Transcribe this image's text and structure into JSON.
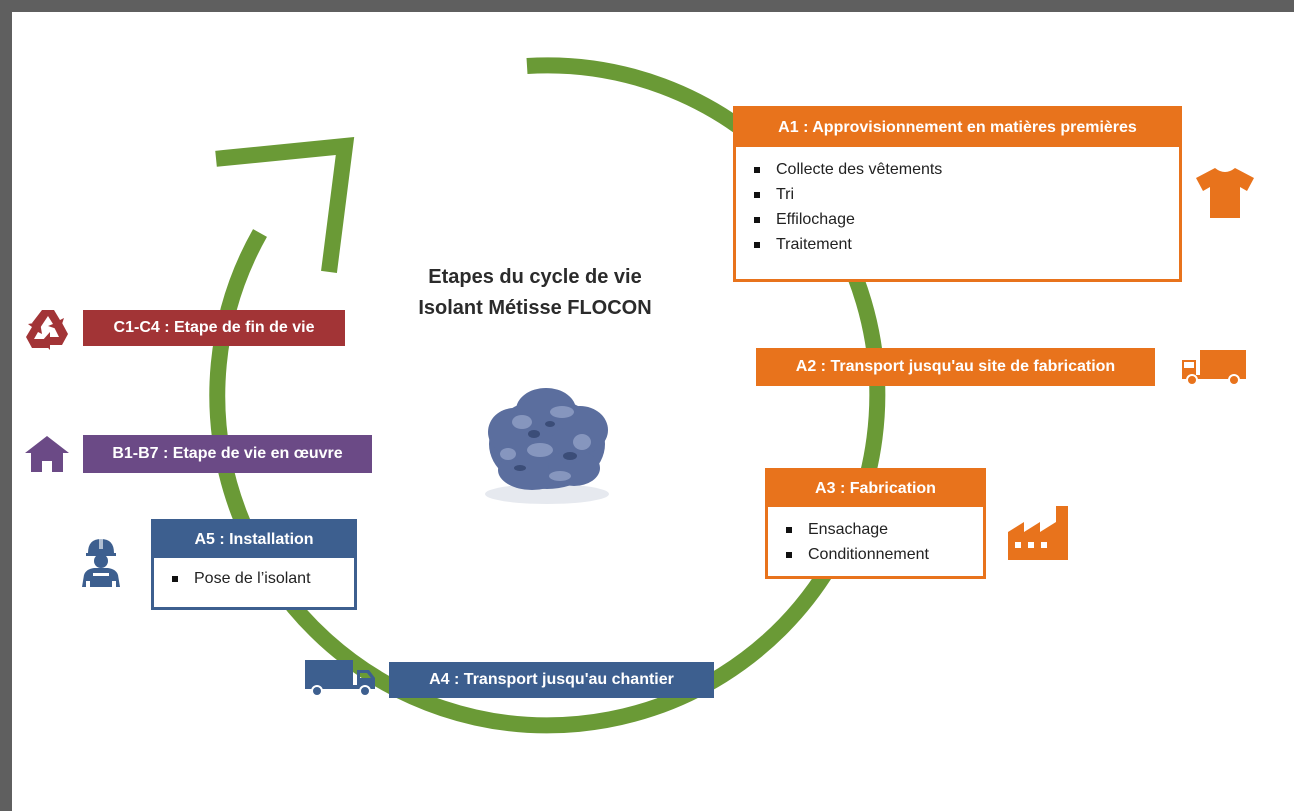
{
  "title": {
    "line1": "Etapes du cycle de vie",
    "line2": "Isolant Métisse FLOCON"
  },
  "stages": {
    "a1": {
      "title": "A1 : Approvisionnement en matières premières",
      "items": [
        "Collecte des vêtements",
        "Tri",
        "Effilochage",
        "Traitement"
      ],
      "icon": "t-shirt-icon"
    },
    "a2": {
      "title": "A2 : Transport jusqu'au site de fabrication",
      "icon": "truck-icon"
    },
    "a3": {
      "title": "A3 : Fabrication",
      "items": [
        "Ensachage",
        "Conditionnement"
      ],
      "icon": "factory-icon"
    },
    "a4": {
      "title": "A4 : Transport jusqu'au chantier",
      "icon": "truck-icon"
    },
    "a5": {
      "title": "A5 : Installation",
      "items": [
        "Pose de l’isolant"
      ],
      "icon": "worker-icon"
    },
    "b1b7": {
      "title": "B1-B7 : Etape de vie en œuvre",
      "icon": "house-icon"
    },
    "c1c4": {
      "title": "C1-C4 : Etape de fin de vie",
      "icon": "recycle-icon"
    }
  },
  "colors": {
    "cycle_arrow": "#6a9a36",
    "production": "#e8731c",
    "construction": "#3d5f8f",
    "use": "#6b4a86",
    "end_of_life": "#a23436",
    "frame": "#5f5f5f"
  }
}
